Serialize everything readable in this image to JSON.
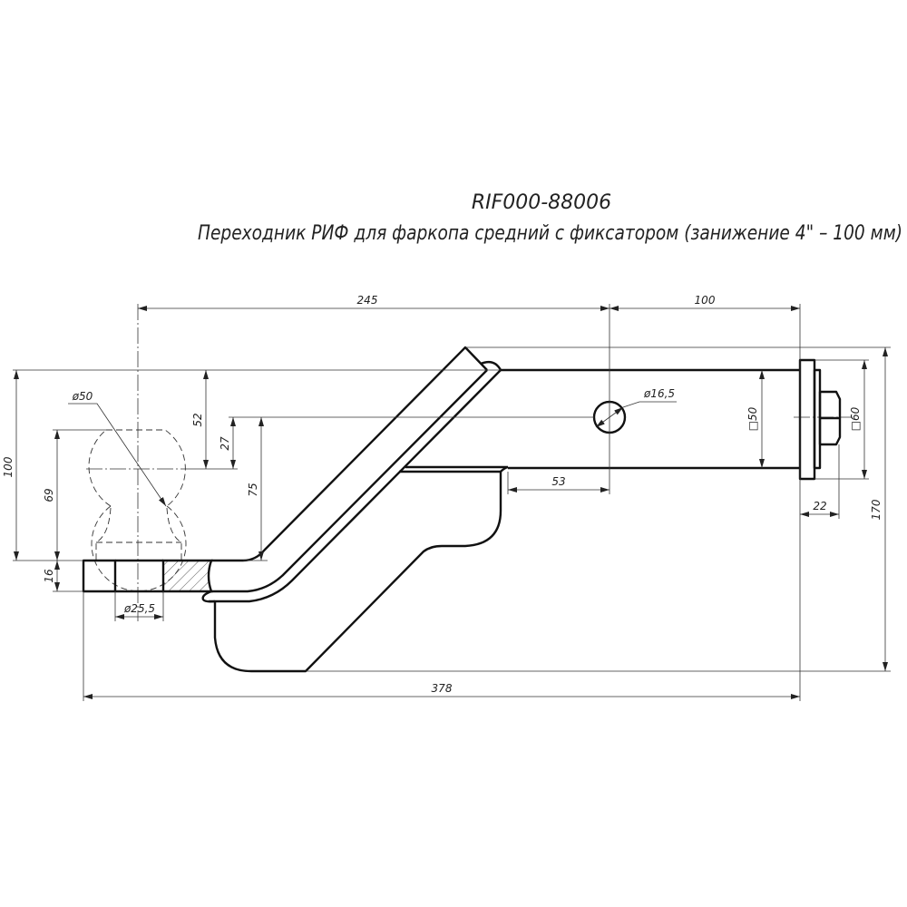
{
  "title": {
    "part_number": "RIF000-88006",
    "description": "Переходник РИФ для фаркопа средний с фиксатором (занижение 4\" – 100 мм)"
  },
  "dimensions": {
    "d245": "245",
    "d100_top": "100",
    "d100_left": "100",
    "d69": "69",
    "d16": "16",
    "d52": "52",
    "d27": "27",
    "d75": "75",
    "ball_dia": "ø50",
    "hole_dia_plate": "ø25,5",
    "pin_hole_dia": "ø16,5",
    "d53": "53",
    "sq50": "□50",
    "sq60": "□60",
    "d22": "22",
    "d170": "170",
    "d378": "378"
  }
}
